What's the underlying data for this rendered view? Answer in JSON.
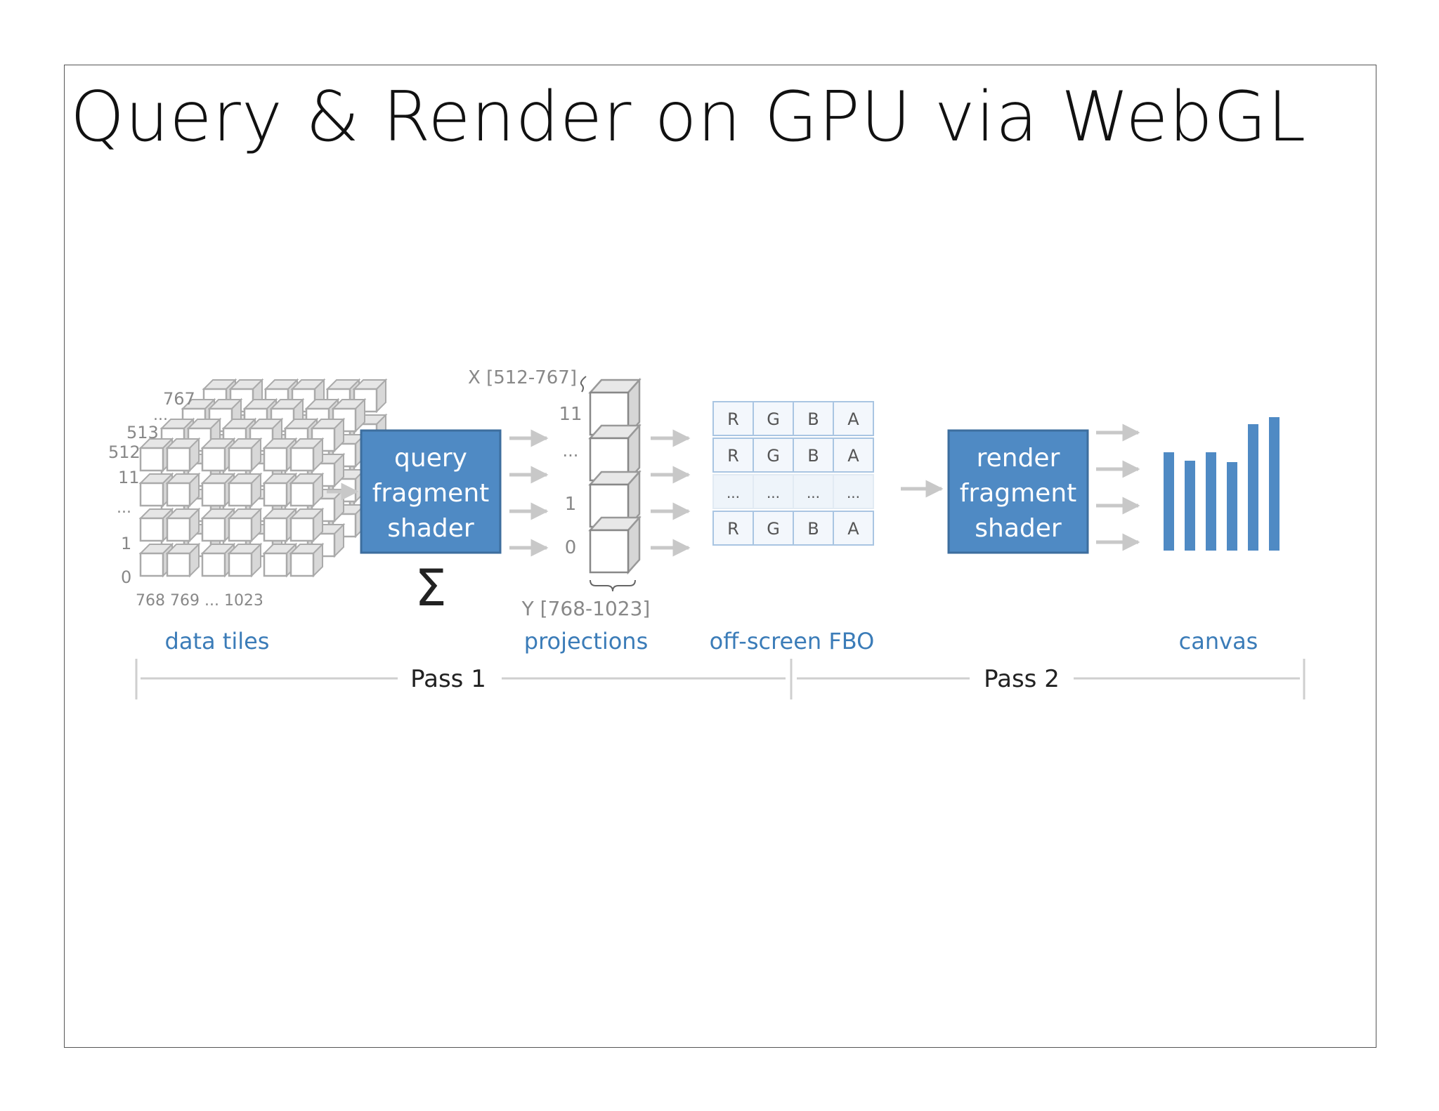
{
  "title": "Query & Render on GPU via WebGL",
  "data_tiles": {
    "label": "data tiles",
    "z_labels": [
      "767",
      "...",
      "513",
      "512"
    ],
    "y_labels": [
      "11",
      "...",
      "1",
      "0"
    ],
    "x_labels": "768 769 ... 1023"
  },
  "query_shader": {
    "lines": [
      "query",
      "fragment",
      "shader"
    ]
  },
  "sigma": "Σ",
  "projections": {
    "label": "projections",
    "x_range": "X [512-767]",
    "y_range": "Y [768-1023]",
    "index_labels": [
      "11",
      "...",
      "1",
      "0"
    ]
  },
  "fbo": {
    "label": "off-screen FBO",
    "rows": [
      [
        "R",
        "G",
        "B",
        "A"
      ],
      [
        "R",
        "G",
        "B",
        "A"
      ],
      [
        "...",
        "...",
        "...",
        "..."
      ],
      [
        "R",
        "G",
        "B",
        "A"
      ]
    ]
  },
  "render_shader": {
    "lines": [
      "render",
      "fragment",
      "shader"
    ]
  },
  "canvas": {
    "label": "canvas",
    "bar_values": [
      140,
      128,
      140,
      126,
      180,
      190
    ]
  },
  "passes": {
    "pass1": "Pass 1",
    "pass2": "Pass 2"
  },
  "colors": {
    "accent": "#4f8ac4",
    "accent_border": "#3d6e9e",
    "label_blue": "#3b7cb8",
    "gray": "#b5b5b5",
    "arrow": "#c8c8c8"
  }
}
